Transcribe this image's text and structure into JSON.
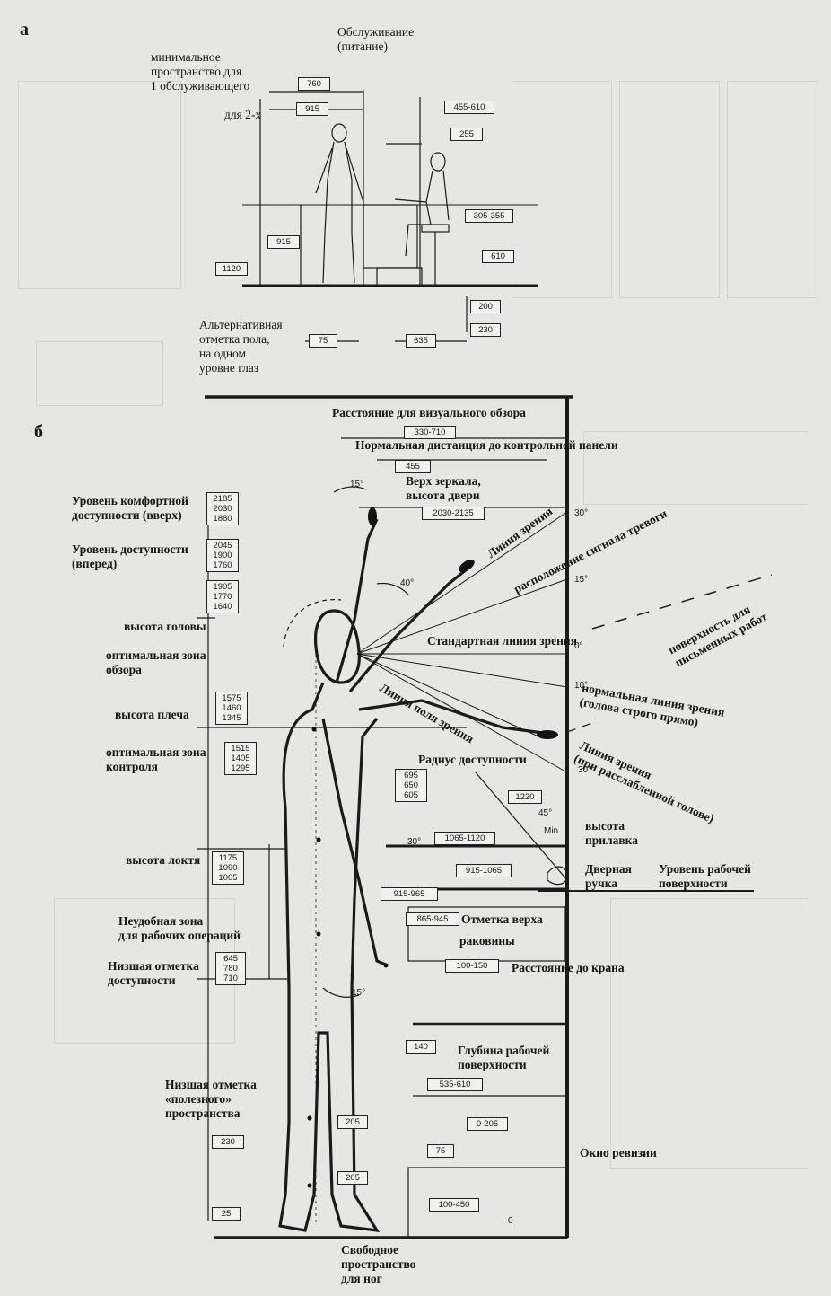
{
  "sections": {
    "a": "а",
    "b": "б"
  },
  "top": {
    "service": "Обслуживание\n(питание)",
    "min_space": "минимальное\nпространство для\n1 обслуживающего",
    "for_two": "для 2-х",
    "alt_floor": "Альтернативная\nотметка пола,\nна одном\nуровне глаз",
    "dims": {
      "d760": "760",
      "d915a": "915",
      "d455": "455-610",
      "d255": "255",
      "d305": "305-355",
      "d915b": "915",
      "d1120": "1120",
      "d610": "610",
      "d200": "200",
      "d230": "230",
      "d75": "75",
      "d635": "635"
    }
  },
  "main": {
    "visual_distance": "Расстояние для визуального обзора",
    "normal_panel": "Нормальная дистанция до контрольной панели",
    "mirror_top": "Верх зеркала,\nвысота двери",
    "comfort_reach": "Уровень комфортной\nдоступности (вверх)",
    "reach_forward": "Уровень доступности\n(вперед)",
    "head_height": "высота головы",
    "optimal_view": "оптимальная зона\nобзора",
    "shoulder": "высота плеча",
    "optimal_control": "оптимальная зона\nконтроля",
    "elbow": "высота локтя",
    "uncomfortable": "Неудобная зона\nдля рабочих операций",
    "low_reach": "Низшая отметка\nдоступности",
    "low_useful": "Низшая отметка\n«полезного»\nпространства",
    "free_space": "Свободное\nпространство\nдля ног",
    "standard_sight": "Стандартная линия зрения",
    "normal_sight": "нормальная линия зрения\n(голова строго прямо)",
    "radius": "Радиус доступности",
    "counter": "высота\nприлавка",
    "door_handle": "Дверная\nручка",
    "work_surface": "Уровень рабочей\nповерхности",
    "sink_top": "Отметка верха",
    "sink": "раковины",
    "tap": "Расстояние до крана",
    "depth": "Глубина рабочей\nповерхности",
    "inspection": "Окно ревизии",
    "sight_line": "Линия зрения",
    "alarm": "расположение сигнала тревоги",
    "writing": "поверхность для\nписьменных работ",
    "field_line": "Линия поля зрения",
    "relaxed": "Линия зрения\n(при расслабленной голове)",
    "angles": {
      "a15t": "15°",
      "a30a": "30°",
      "a40": "40°",
      "a15b": "15°",
      "a0": "0°",
      "a10": "10°",
      "a30b": "30°",
      "a45": "45°",
      "min": "Min",
      "a30c": "30°",
      "a15f": "15°",
      "zero": "0"
    },
    "dims": {
      "d330": "330-710",
      "d455": "455",
      "d2030": "2030-2135",
      "d2185": "2185\n2030\n1880",
      "d2045": "2045\n1900\n1760",
      "d1905": "1905\n1770\n1640",
      "d1575": "1575\n1460\n1345",
      "d1515": "1515\n1405\n1295",
      "d695": "695\n650\n605",
      "d1220": "1220",
      "d1065": "1065-1120",
      "d1175": "1175\n1090\n1005",
      "d915_1065": "915-1065",
      "d915_965": "915-965",
      "d865": "865-945",
      "d100": "100-150",
      "d645": "645\n780\n710",
      "d140": "140",
      "d535": "535-610",
      "d205a": "205",
      "d0_205": "0-205",
      "d230": "230",
      "d75": "75",
      "d205b": "205",
      "d100_450": "100-450",
      "d25": "25"
    }
  }
}
